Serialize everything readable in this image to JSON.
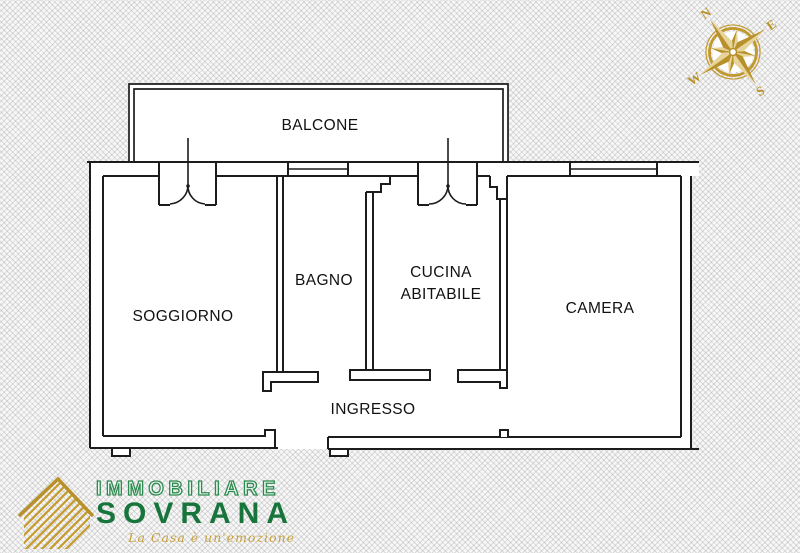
{
  "plan": {
    "labels": {
      "balcone": "BALCONE",
      "soggiorno": "SOGGIORNO",
      "bagno": "BAGNO",
      "cucina_line1": "CUCINA",
      "cucina_line2": "ABITABILE",
      "camera": "CAMERA",
      "ingresso": "INGRESSO"
    },
    "wall_color": "#1c1c1c",
    "floor_color": "#ffffff"
  },
  "compass": {
    "north": "N",
    "east": "E",
    "south": "S",
    "west": "W",
    "gold_dark": "#b8912a",
    "gold_light": "#e7d49a"
  },
  "logo": {
    "brand_top": "IMMOBILIARE",
    "brand_main": "SOVRANA",
    "tagline": "La Casa è un'emozione",
    "green_dark": "#17753c",
    "green_outline": "#2e8b50",
    "gold": "#c6a03c"
  }
}
